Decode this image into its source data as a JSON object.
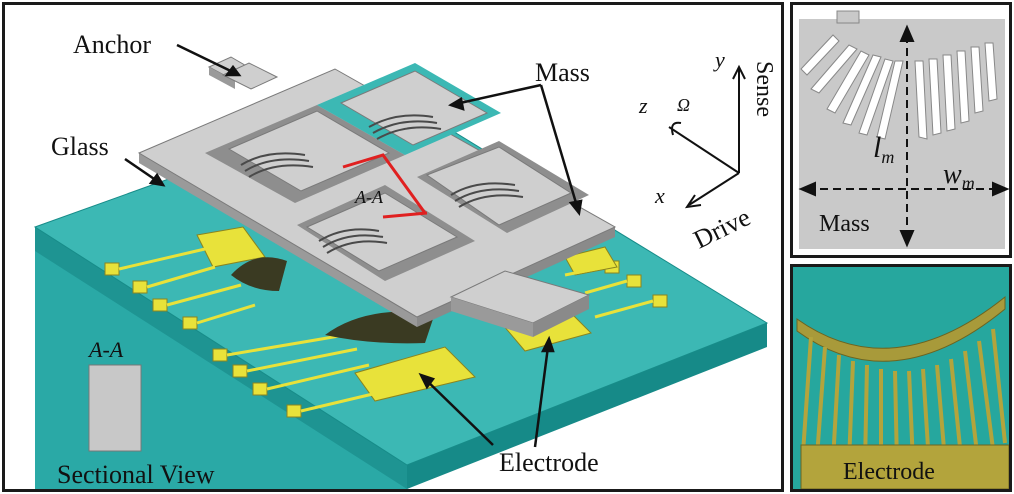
{
  "main": {
    "labels": {
      "anchor": "Anchor",
      "mass": "Mass",
      "glass": "Glass",
      "section": "A-A",
      "section_small": "A-A",
      "sectional_view": "Sectional View",
      "electrode": "Electrode",
      "sense": "Sense",
      "drive": "Drive",
      "axis_x": "x",
      "axis_y": "y",
      "axis_z": "z",
      "omega": "Ω"
    }
  },
  "top_right": {
    "labels": {
      "lm_main": "l",
      "lm_sub": "m",
      "wm_main": "w",
      "wm_sub": "m",
      "mass": "Mass"
    }
  },
  "bottom_right": {
    "labels": {
      "electrode": "Electrode"
    }
  },
  "colors": {
    "glass": "#2aa9a6",
    "glass_dark": "#168a88",
    "silicon": "#c9c9c9",
    "silicon_dark": "#9a9a9a",
    "electrode": "#e8e23a",
    "annotation_red": "#e02020"
  }
}
